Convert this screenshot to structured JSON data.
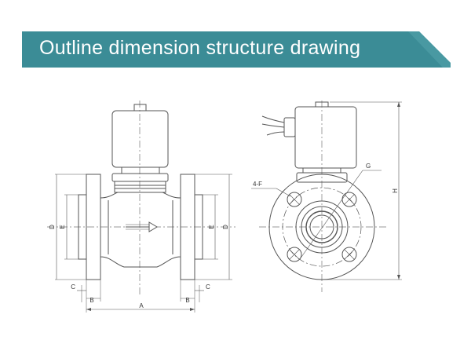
{
  "header": {
    "title": "Outline dimension structure drawing",
    "color": "#3b8c96",
    "accent": "#5aa9b1"
  },
  "labels": {
    "A": "A",
    "B_left": "B",
    "B_right": "B",
    "C_left": "C",
    "C_right": "C",
    "D_left": "D",
    "D_right": "D",
    "E_left": "E",
    "E_right": "E",
    "H": "H",
    "F": "4-F",
    "G": "G"
  },
  "colors": {
    "line": "#555555",
    "centerline": "#777777"
  }
}
